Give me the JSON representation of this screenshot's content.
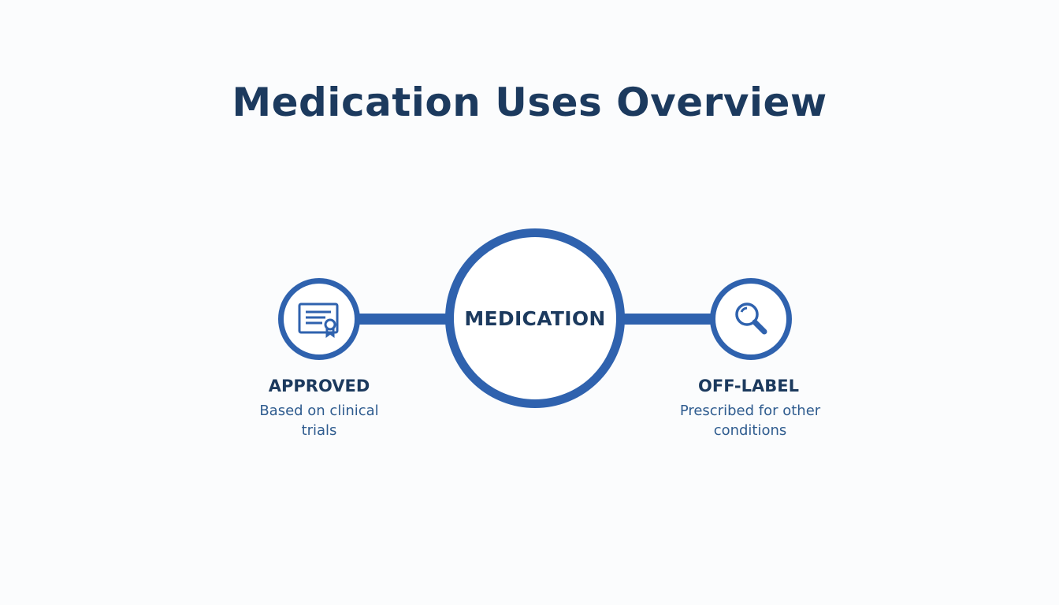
{
  "title": "Medication Uses Overview",
  "colors": {
    "title": "#1c3a5e",
    "accent": "#2f62ae",
    "heading": "#1c3a5e",
    "description": "#2f5c8f",
    "background": "#fbfcfd"
  },
  "center": {
    "label": "MEDICATION"
  },
  "branches": [
    {
      "heading": "APPROVED",
      "description": "Based on clinical trials",
      "icon": "certificate-icon"
    },
    {
      "heading": "OFF-LABEL",
      "description": "Prescribed for other conditions",
      "icon": "magnifier-icon"
    }
  ]
}
